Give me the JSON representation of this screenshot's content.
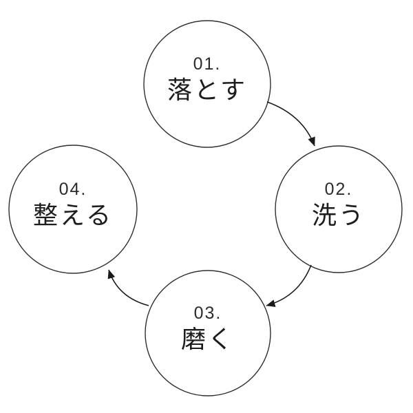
{
  "diagram": {
    "type": "cycle-flow",
    "background_color": "#ffffff",
    "circle_stroke_color": "#2e2e2e",
    "arrow_color": "#1a1a1a",
    "text_color": "#1d1d1d",
    "steps": [
      {
        "number": "01.",
        "label": "落とす"
      },
      {
        "number": "02.",
        "label": "洗う"
      },
      {
        "number": "03.",
        "label": "磨く"
      },
      {
        "number": "04.",
        "label": "整える"
      }
    ],
    "connections": [
      {
        "from": "01.",
        "to": "02."
      },
      {
        "from": "02.",
        "to": "03."
      },
      {
        "from": "03.",
        "to": "04."
      }
    ]
  }
}
